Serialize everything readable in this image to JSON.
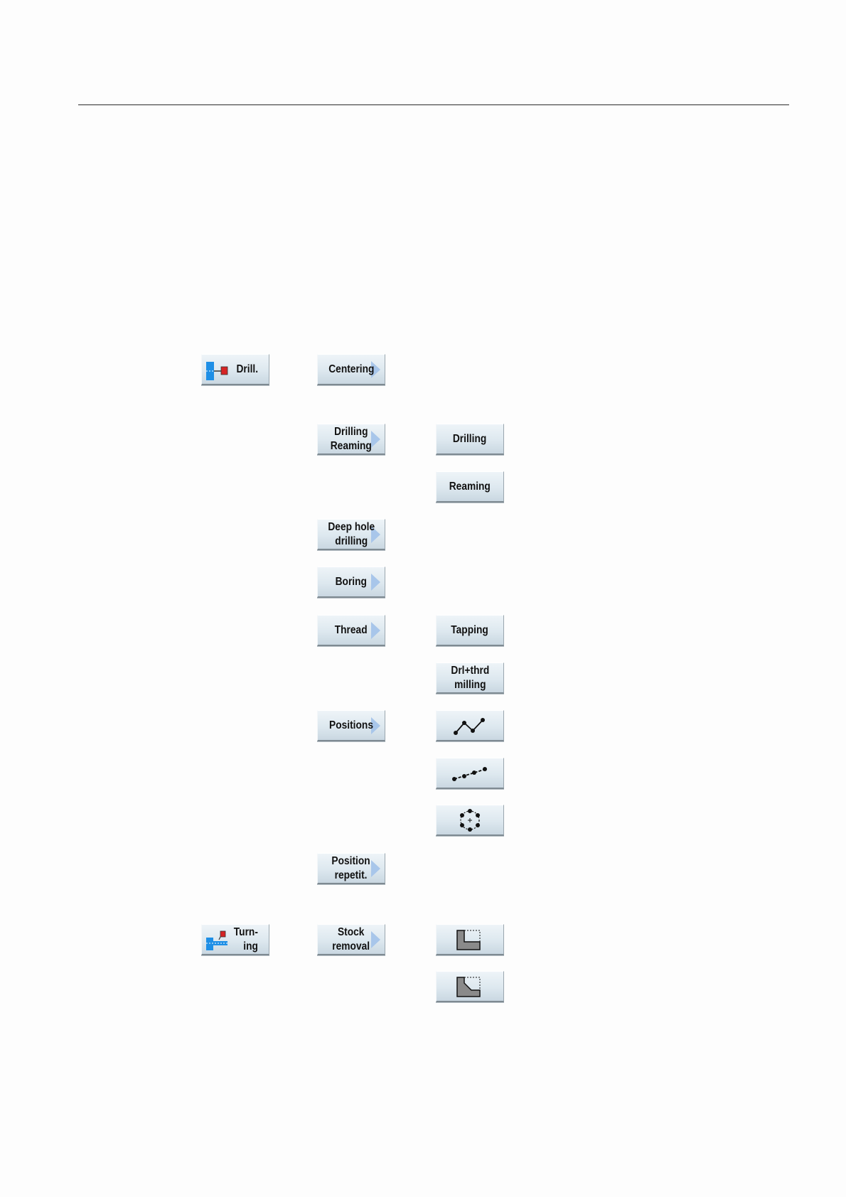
{
  "col1": {
    "drill": "Drill.",
    "turning": "Turn-\ning"
  },
  "col2": {
    "centering": "Centering",
    "drilling_reaming": "Drilling\nReaming",
    "deep_hole": "Deep hole\ndrilling",
    "boring": "Boring",
    "thread": "Thread",
    "positions": "Positions",
    "position_repetit": "Position\nrepetit.",
    "stock_removal": "Stock\nremoval"
  },
  "col3": {
    "drilling": "Drilling",
    "reaming": "Reaming",
    "tapping": "Tapping",
    "drl_thrd": "Drl+thrd\nmilling"
  },
  "icons": {
    "drill_icon": "drill-icon",
    "turning_icon": "turning-icon",
    "arbitrary_positions": "polyline-positions-icon",
    "line_positions": "line-positions-icon",
    "circle_positions": "circle-positions-icon",
    "stock_removal_1": "stock-removal-rectangular-icon",
    "stock_removal_2": "stock-removal-chamfer-icon"
  },
  "colors": {
    "arrow": "#a8c6ea",
    "icon_blue": "#1e8fe6",
    "icon_red": "#d62424"
  }
}
